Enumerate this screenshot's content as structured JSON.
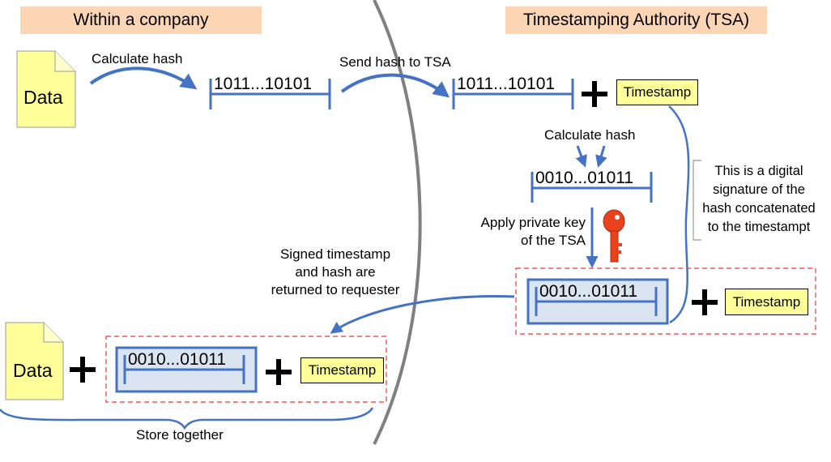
{
  "headers": {
    "left": "Within a company",
    "right": "Timestamping Authority (TSA)"
  },
  "labels": {
    "calc_hash_1": "Calculate hash",
    "send_hash": "Send hash to TSA",
    "calc_hash_2": "Calculate hash",
    "apply_key_1": "Apply private key",
    "apply_key_2": "of the TSA",
    "returned_1": "Signed timestamp",
    "returned_2": "and hash are",
    "returned_3": "returned to requester",
    "store": "Store together"
  },
  "note": {
    "line1": "This is a digital",
    "line2": "signature of the",
    "line3": "hash concatenated",
    "line4": "to the timestampt"
  },
  "data_label": "Data",
  "hash_value": "1011...10101",
  "signed_hash_value": "0010...01011",
  "timestamp_label": "Timestamp",
  "colors": {
    "header_bg": "#fcd5b5",
    "arrow": "#4472c4",
    "document": "#ffff99",
    "signed_box": "#dbe5f1",
    "dashed": "#e83b3b",
    "key": "#e8411c",
    "divider": "#808080"
  }
}
